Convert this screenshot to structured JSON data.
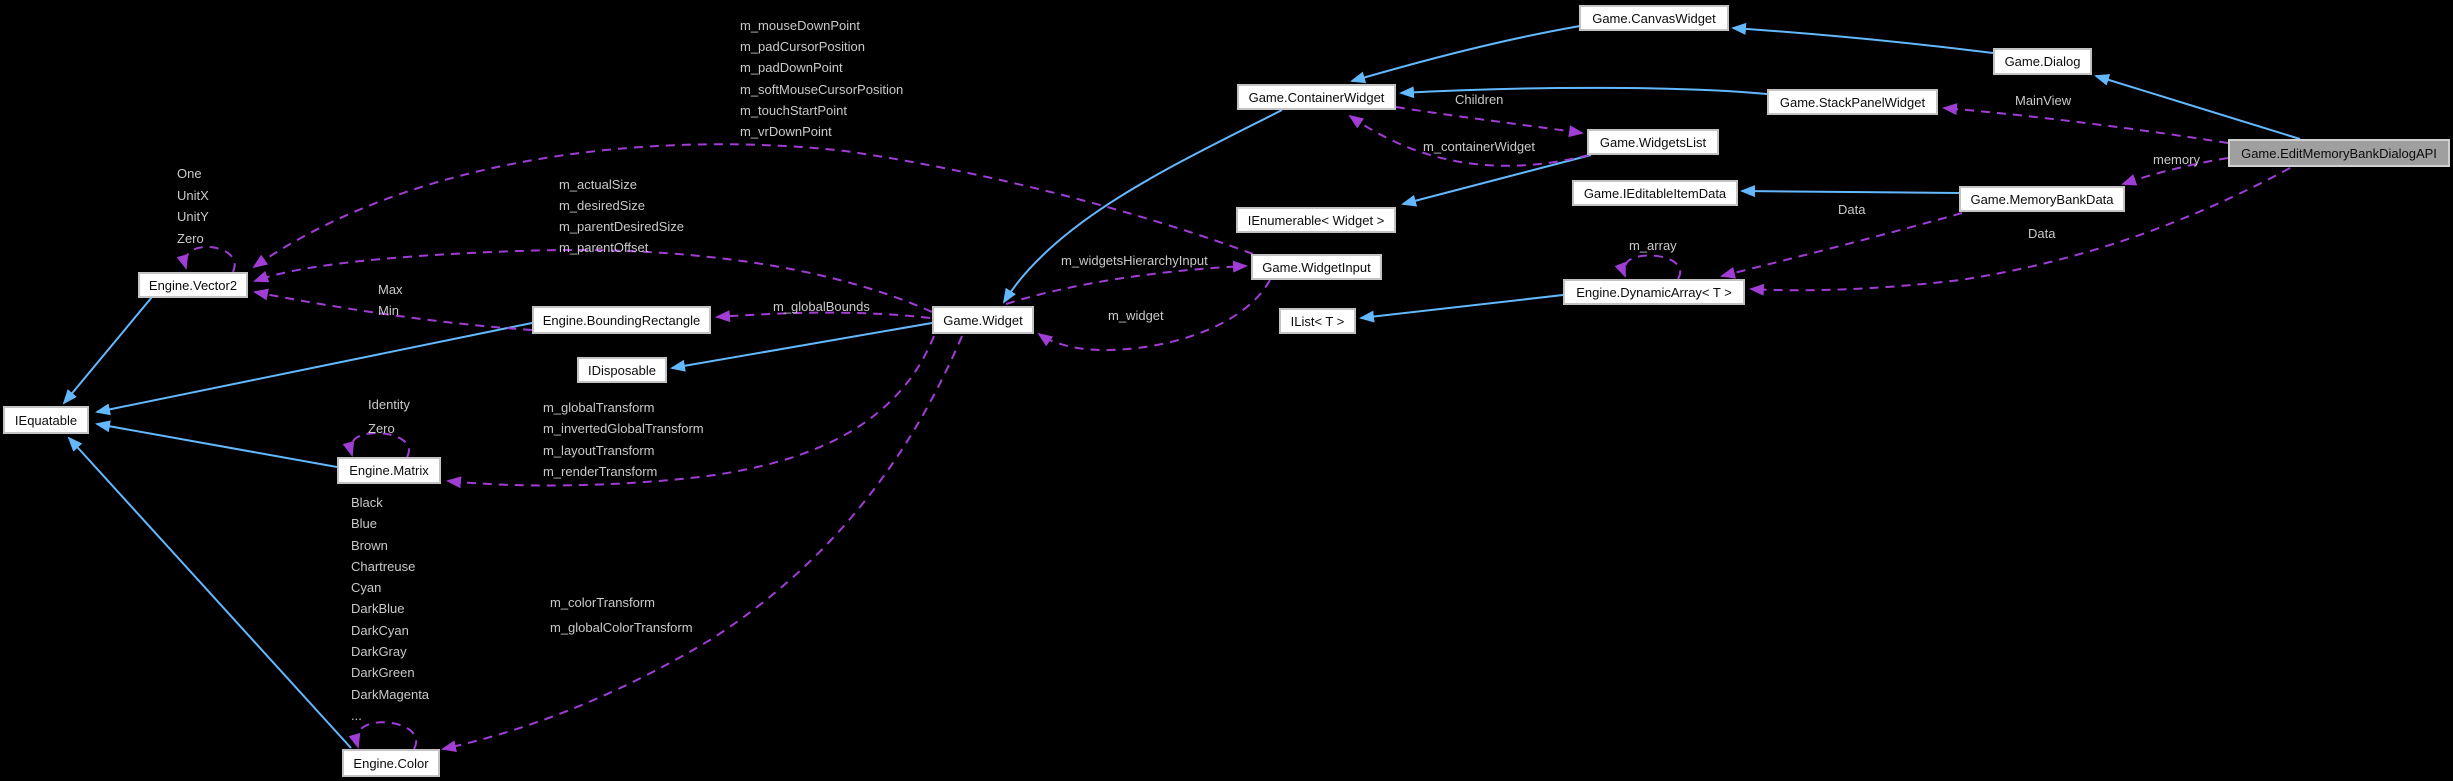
{
  "diagram": {
    "kind": "doxygen-collaboration-graph",
    "background": "#000000",
    "colors": {
      "inheritance_edge": "#63b8ff",
      "usage_edge": "#a03dd4",
      "node_fill": "#ffffff",
      "node_border": "#c3c3c3",
      "node_text": "#0c0c0c",
      "highlight_fill": "#9f9f9f",
      "edge_label_text": "#c9c9c9"
    }
  },
  "nodes": {
    "vector2": {
      "label": "Engine.Vector2"
    },
    "iequatable": {
      "label": "IEquatable"
    },
    "bounding_rectangle": {
      "label": "Engine.BoundingRectangle"
    },
    "idisposable": {
      "label": "IDisposable"
    },
    "matrix": {
      "label": "Engine.Matrix"
    },
    "color": {
      "label": "Engine.Color"
    },
    "widget": {
      "label": "Game.Widget"
    },
    "widget_input": {
      "label": "Game.WidgetInput"
    },
    "ilist": {
      "label": "IList< T >"
    },
    "ienumerable": {
      "label": "IEnumerable< Widget >"
    },
    "container_widget": {
      "label": "Game.ContainerWidget"
    },
    "widgets_list": {
      "label": "Game.WidgetsList"
    },
    "canvas_widget": {
      "label": "Game.CanvasWidget"
    },
    "dialog": {
      "label": "Game.Dialog"
    },
    "stack_panel_widget": {
      "label": "Game.StackPanelWidget"
    },
    "ieditable_item_data": {
      "label": "Game.IEditableItemData"
    },
    "memory_bank_data": {
      "label": "Game.MemoryBankData"
    },
    "dynamic_array": {
      "label": "Engine.DynamicArray< T >"
    },
    "edit_memory_bank_dialog_api": {
      "label": "Game.EditMemoryBankDialogAPI"
    }
  },
  "edge_labels": {
    "widgetinput_vector2": {
      "lines": [
        "m_mouseDownPoint",
        "m_padCursorPosition",
        "m_padDownPoint",
        "m_softMouseCursorPosition",
        "m_touchStartPoint",
        "m_vrDownPoint"
      ]
    },
    "widget_vector2": {
      "lines": [
        "m_actualSize",
        "m_desiredSize",
        "m_parentDesiredSize",
        "m_parentOffset"
      ]
    },
    "vector2_self": {
      "lines": [
        "One",
        "UnitX",
        "UnitY",
        "Zero"
      ]
    },
    "boundingrect_vector2": {
      "lines": [
        "Max",
        "Min"
      ]
    },
    "widget_boundingrect": {
      "text": "m_globalBounds"
    },
    "matrix_self": {
      "lines": [
        "Identity",
        "Zero"
      ]
    },
    "widget_matrix": {
      "lines": [
        "m_globalTransform",
        "m_invertedGlobalTransform",
        "m_layoutTransform",
        "m_renderTransform"
      ]
    },
    "color_self": {
      "lines": [
        "Black",
        "Blue",
        "Brown",
        "Chartreuse",
        "Cyan",
        "DarkBlue",
        "DarkCyan",
        "DarkGray",
        "DarkGreen",
        "DarkMagenta",
        "..."
      ]
    },
    "widget_color": {
      "lines": [
        "m_colorTransform",
        "m_globalColorTransform"
      ]
    },
    "widget_widgetinput": {
      "text": "m_widgetsHierarchyInput"
    },
    "widgetinput_widget": {
      "text": "m_widget"
    },
    "container_widgetslist": {
      "text": "Children"
    },
    "widgetslist_container": {
      "text": "m_containerWidget"
    },
    "dynamicarray_self": {
      "text": "m_array"
    },
    "api_stackpanel": {
      "text": "MainView"
    },
    "api_memorybank": {
      "text": "memory"
    },
    "api_dynamicarray": {
      "text": "Data"
    },
    "memorybank_dynamicarray": {
      "text": "Data"
    }
  },
  "edges": [
    {
      "from": "Engine.Vector2",
      "to": "IEquatable",
      "type": "inheritance"
    },
    {
      "from": "Engine.BoundingRectangle",
      "to": "IEquatable",
      "type": "inheritance"
    },
    {
      "from": "Engine.Matrix",
      "to": "IEquatable",
      "type": "inheritance"
    },
    {
      "from": "Engine.Color",
      "to": "IEquatable",
      "type": "inheritance"
    },
    {
      "from": "Game.Widget",
      "to": "IDisposable",
      "type": "inheritance"
    },
    {
      "from": "Game.ContainerWidget",
      "to": "Game.Widget",
      "type": "inheritance"
    },
    {
      "from": "Game.WidgetsList",
      "to": "IEnumerable< Widget >",
      "type": "inheritance"
    },
    {
      "from": "Engine.DynamicArray< T >",
      "to": "IList< T >",
      "type": "inheritance"
    },
    {
      "from": "Game.CanvasWidget",
      "to": "Game.ContainerWidget",
      "type": "inheritance"
    },
    {
      "from": "Game.StackPanelWidget",
      "to": "Game.ContainerWidget",
      "type": "inheritance"
    },
    {
      "from": "Game.Dialog",
      "to": "Game.CanvasWidget",
      "type": "inheritance"
    },
    {
      "from": "Game.EditMemoryBankDialogAPI",
      "to": "Game.Dialog",
      "type": "inheritance"
    },
    {
      "from": "Game.MemoryBankData",
      "to": "Game.IEditableItemData",
      "type": "inheritance"
    },
    {
      "from": "Game.WidgetInput",
      "to": "Engine.Vector2",
      "type": "usage",
      "label": "m_mouseDownPoint m_padCursorPosition m_padDownPoint m_softMouseCursorPosition m_touchStartPoint m_vrDownPoint"
    },
    {
      "from": "Game.Widget",
      "to": "Engine.Vector2",
      "type": "usage",
      "label": "m_actualSize m_desiredSize m_parentDesiredSize m_parentOffset"
    },
    {
      "from": "Engine.Vector2",
      "to": "Engine.Vector2",
      "type": "usage",
      "label": "One UnitX UnitY Zero"
    },
    {
      "from": "Engine.BoundingRectangle",
      "to": "Engine.Vector2",
      "type": "usage",
      "label": "Max Min"
    },
    {
      "from": "Game.Widget",
      "to": "Engine.BoundingRectangle",
      "type": "usage",
      "label": "m_globalBounds"
    },
    {
      "from": "Engine.Matrix",
      "to": "Engine.Matrix",
      "type": "usage",
      "label": "Identity Zero"
    },
    {
      "from": "Game.Widget",
      "to": "Engine.Matrix",
      "type": "usage",
      "label": "m_globalTransform m_invertedGlobalTransform m_layoutTransform m_renderTransform"
    },
    {
      "from": "Engine.Color",
      "to": "Engine.Color",
      "type": "usage",
      "label": "Black Blue Brown Chartreuse Cyan DarkBlue DarkCyan DarkGray DarkGreen DarkMagenta ..."
    },
    {
      "from": "Game.Widget",
      "to": "Engine.Color",
      "type": "usage",
      "label": "m_colorTransform m_globalColorTransform"
    },
    {
      "from": "Game.Widget",
      "to": "Game.WidgetInput",
      "type": "usage",
      "label": "m_widgetsHierarchyInput"
    },
    {
      "from": "Game.WidgetInput",
      "to": "Game.Widget",
      "type": "usage",
      "label": "m_widget"
    },
    {
      "from": "Game.ContainerWidget",
      "to": "Game.WidgetsList",
      "type": "usage",
      "label": "Children"
    },
    {
      "from": "Game.WidgetsList",
      "to": "Game.ContainerWidget",
      "type": "usage",
      "label": "m_containerWidget"
    },
    {
      "from": "Engine.DynamicArray< T >",
      "to": "Engine.DynamicArray< T >",
      "type": "usage",
      "label": "m_array"
    },
    {
      "from": "Game.EditMemoryBankDialogAPI",
      "to": "Game.StackPanelWidget",
      "type": "usage",
      "label": "MainView"
    },
    {
      "from": "Game.EditMemoryBankDialogAPI",
      "to": "Game.MemoryBankData",
      "type": "usage",
      "label": "memory"
    },
    {
      "from": "Game.MemoryBankData",
      "to": "Engine.DynamicArray< T >",
      "type": "usage",
      "label": "Data"
    },
    {
      "from": "Game.EditMemoryBankDialogAPI",
      "to": "Engine.DynamicArray< T >",
      "type": "usage",
      "label": "Data"
    }
  ]
}
